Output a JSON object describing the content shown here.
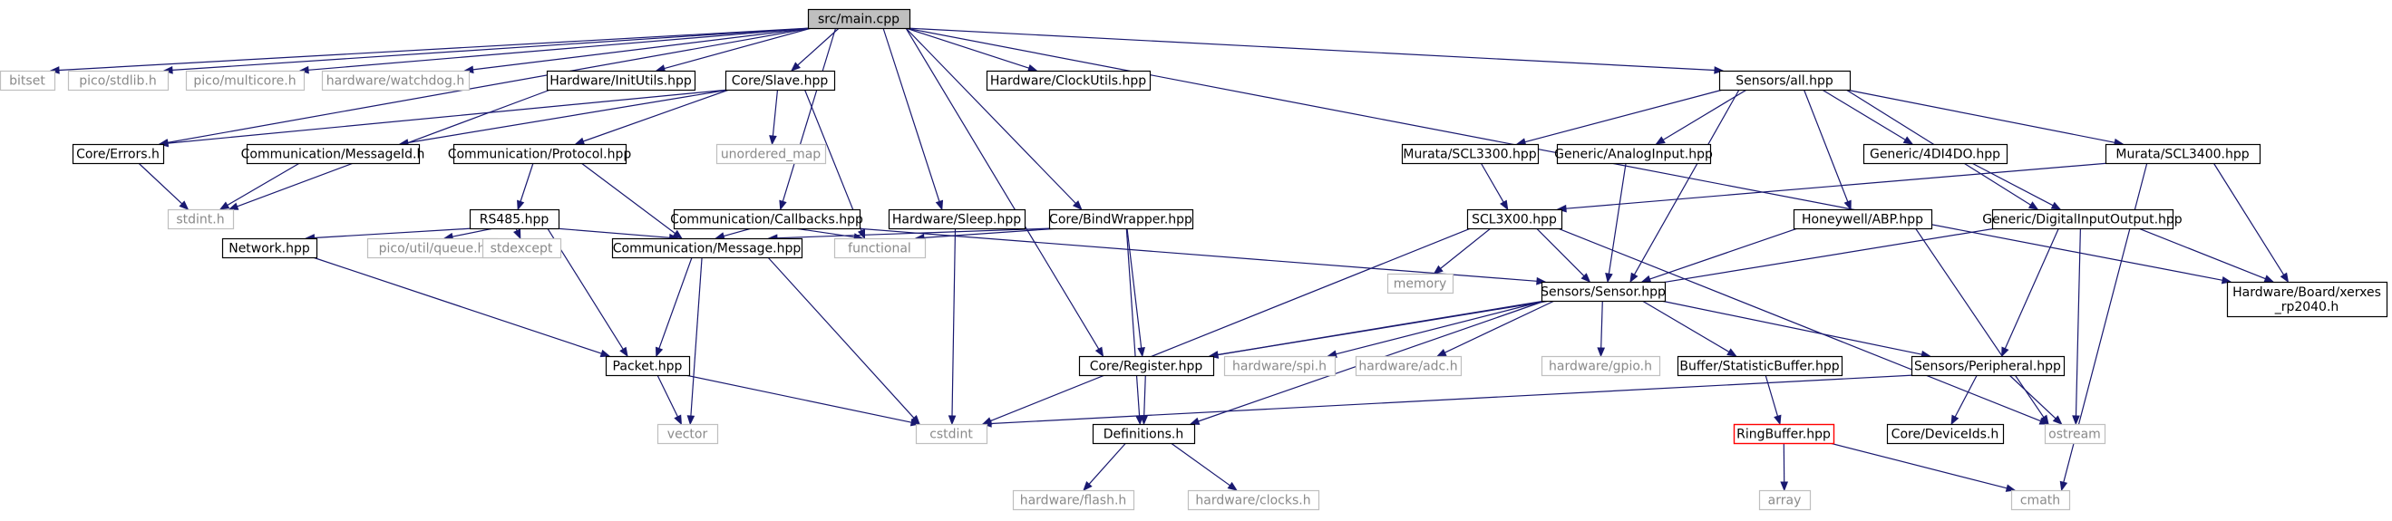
{
  "diagram": {
    "colors": {
      "edge": "#191970",
      "root_fill": "#bfbfbf",
      "doc_border": "#000000",
      "missing_border": "#bfbfbf",
      "missing_text": "#8a8a8a",
      "highlight_border": "#ff0000"
    },
    "nodes": [
      {
        "id": "main",
        "label": "src/main.cpp",
        "kind": "root"
      },
      {
        "id": "bitset",
        "label": "bitset",
        "kind": "missing"
      },
      {
        "id": "stdlib",
        "label": "pico/stdlib.h",
        "kind": "missing"
      },
      {
        "id": "multicore",
        "label": "pico/multicore.h",
        "kind": "missing"
      },
      {
        "id": "watchdog",
        "label": "hardware/watchdog.h",
        "kind": "missing"
      },
      {
        "id": "initutils",
        "label": "Hardware/InitUtils.hpp",
        "kind": "doc"
      },
      {
        "id": "slave",
        "label": "Core/Slave.hpp",
        "kind": "doc"
      },
      {
        "id": "clockutils",
        "label": "Hardware/ClockUtils.hpp",
        "kind": "doc"
      },
      {
        "id": "sensorsall",
        "label": "Sensors/all.hpp",
        "kind": "doc"
      },
      {
        "id": "errors",
        "label": "Core/Errors.h",
        "kind": "doc"
      },
      {
        "id": "messageid",
        "label": "Communication/MessageId.h",
        "kind": "doc"
      },
      {
        "id": "protocol",
        "label": "Communication/Protocol.hpp",
        "kind": "doc"
      },
      {
        "id": "unordered",
        "label": "unordered_map",
        "kind": "missing"
      },
      {
        "id": "stdint",
        "label": "stdint.h",
        "kind": "missing"
      },
      {
        "id": "rs485",
        "label": "RS485.hpp",
        "kind": "doc"
      },
      {
        "id": "callbacks",
        "label": "Communication/Callbacks.hpp",
        "kind": "doc"
      },
      {
        "id": "sleep",
        "label": "Hardware/Sleep.hpp",
        "kind": "doc"
      },
      {
        "id": "bindwrapper",
        "label": "Core/BindWrapper.hpp",
        "kind": "doc"
      },
      {
        "id": "scl3300",
        "label": "Murata/SCL3300.hpp",
        "kind": "doc"
      },
      {
        "id": "analoginput",
        "label": "Generic/AnalogInput.hpp",
        "kind": "doc"
      },
      {
        "id": "g4di4do",
        "label": "Generic/4DI4DO.hpp",
        "kind": "doc"
      },
      {
        "id": "scl3400",
        "label": "Murata/SCL3400.hpp",
        "kind": "doc"
      },
      {
        "id": "scl3x00",
        "label": "SCL3X00.hpp",
        "kind": "doc"
      },
      {
        "id": "abp",
        "label": "Honeywell/ABP.hpp",
        "kind": "doc"
      },
      {
        "id": "digitalio",
        "label": "Generic/DigitalInputOutput.hpp",
        "kind": "doc"
      },
      {
        "id": "network",
        "label": "Network.hpp",
        "kind": "doc"
      },
      {
        "id": "queue",
        "label": "pico/util/queue.h",
        "kind": "missing"
      },
      {
        "id": "stdexcept",
        "label": "stdexcept",
        "kind": "missing"
      },
      {
        "id": "message",
        "label": "Communication/Message.hpp",
        "kind": "doc"
      },
      {
        "id": "functional",
        "label": "functional",
        "kind": "missing"
      },
      {
        "id": "memory",
        "label": "memory",
        "kind": "missing"
      },
      {
        "id": "sensor",
        "label": "Sensors/Sensor.hpp",
        "kind": "doc"
      },
      {
        "id": "xerxes",
        "label": "Hardware/Board/xerxes\n_rp2040.h",
        "kind": "doc"
      },
      {
        "id": "packet",
        "label": "Packet.hpp",
        "kind": "doc"
      },
      {
        "id": "register",
        "label": "Core/Register.hpp",
        "kind": "doc"
      },
      {
        "id": "spi",
        "label": "hardware/spi.h",
        "kind": "missing"
      },
      {
        "id": "adc",
        "label": "hardware/adc.h",
        "kind": "missing"
      },
      {
        "id": "gpio",
        "label": "hardware/gpio.h",
        "kind": "missing"
      },
      {
        "id": "statbuf",
        "label": "Buffer/StatisticBuffer.hpp",
        "kind": "doc"
      },
      {
        "id": "peripheral",
        "label": "Sensors/Peripheral.hpp",
        "kind": "doc"
      },
      {
        "id": "vector",
        "label": "vector",
        "kind": "missing"
      },
      {
        "id": "cstdint",
        "label": "cstdint",
        "kind": "missing"
      },
      {
        "id": "definitions",
        "label": "Definitions.h",
        "kind": "doc"
      },
      {
        "id": "ringbuffer",
        "label": "RingBuffer.hpp",
        "kind": "highlight"
      },
      {
        "id": "deviceids",
        "label": "Core/DeviceIds.h",
        "kind": "doc"
      },
      {
        "id": "ostream",
        "label": "ostream",
        "kind": "missing"
      },
      {
        "id": "flash",
        "label": "hardware/flash.h",
        "kind": "missing"
      },
      {
        "id": "clocks",
        "label": "hardware/clocks.h",
        "kind": "missing"
      },
      {
        "id": "array",
        "label": "array",
        "kind": "missing"
      },
      {
        "id": "cmath",
        "label": "cmath",
        "kind": "missing"
      }
    ],
    "edges": [
      [
        "main",
        "bitset"
      ],
      [
        "main",
        "stdlib"
      ],
      [
        "main",
        "multicore"
      ],
      [
        "main",
        "watchdog"
      ],
      [
        "main",
        "initutils"
      ],
      [
        "main",
        "slave"
      ],
      [
        "main",
        "clockutils"
      ],
      [
        "main",
        "sensorsall"
      ],
      [
        "main",
        "errors"
      ],
      [
        "main",
        "callbacks"
      ],
      [
        "main",
        "sleep"
      ],
      [
        "main",
        "bindwrapper"
      ],
      [
        "main",
        "register"
      ],
      [
        "main",
        "xerxes"
      ],
      [
        "initutils",
        "stdint"
      ],
      [
        "slave",
        "errors"
      ],
      [
        "slave",
        "messageid"
      ],
      [
        "slave",
        "protocol"
      ],
      [
        "slave",
        "unordered"
      ],
      [
        "slave",
        "functional"
      ],
      [
        "errors",
        "stdint"
      ],
      [
        "messageid",
        "stdint"
      ],
      [
        "protocol",
        "rs485"
      ],
      [
        "protocol",
        "message"
      ],
      [
        "rs485",
        "network"
      ],
      [
        "rs485",
        "queue"
      ],
      [
        "rs485",
        "stdexcept"
      ],
      [
        "rs485",
        "message"
      ],
      [
        "rs485",
        "packet"
      ],
      [
        "network",
        "packet"
      ],
      [
        "message",
        "packet"
      ],
      [
        "message",
        "vector"
      ],
      [
        "message",
        "cstdint"
      ],
      [
        "packet",
        "vector"
      ],
      [
        "packet",
        "cstdint"
      ],
      [
        "callbacks",
        "message"
      ],
      [
        "callbacks",
        "functional"
      ],
      [
        "callbacks",
        "sensor"
      ],
      [
        "sleep",
        "cstdint"
      ],
      [
        "bindwrapper",
        "message"
      ],
      [
        "bindwrapper",
        "functional"
      ],
      [
        "bindwrapper",
        "register"
      ],
      [
        "bindwrapper",
        "definitions"
      ],
      [
        "sensorsall",
        "scl3300"
      ],
      [
        "sensorsall",
        "analoginput"
      ],
      [
        "sensorsall",
        "g4di4do"
      ],
      [
        "sensorsall",
        "scl3400"
      ],
      [
        "sensorsall",
        "abp"
      ],
      [
        "sensorsall",
        "digitalio"
      ],
      [
        "sensorsall",
        "sensor"
      ],
      [
        "scl3300",
        "scl3x00"
      ],
      [
        "scl3400",
        "scl3x00"
      ],
      [
        "scl3400",
        "xerxes"
      ],
      [
        "scl3400",
        "cmath"
      ],
      [
        "scl3x00",
        "memory"
      ],
      [
        "scl3x00",
        "sensor"
      ],
      [
        "scl3x00",
        "cstdint"
      ],
      [
        "scl3x00",
        "ostream"
      ],
      [
        "analoginput",
        "sensor"
      ],
      [
        "abp",
        "sensor"
      ],
      [
        "abp",
        "ostream"
      ],
      [
        "g4di4do",
        "digitalio"
      ],
      [
        "digitalio",
        "xerxes"
      ],
      [
        "digitalio",
        "peripheral"
      ],
      [
        "digitalio",
        "ostream"
      ],
      [
        "digitalio",
        "register"
      ],
      [
        "sensor",
        "register"
      ],
      [
        "sensor",
        "spi"
      ],
      [
        "sensor",
        "adc"
      ],
      [
        "sensor",
        "gpio"
      ],
      [
        "sensor",
        "statbuf"
      ],
      [
        "sensor",
        "peripheral"
      ],
      [
        "sensor",
        "definitions"
      ],
      [
        "register",
        "definitions"
      ],
      [
        "statbuf",
        "ringbuffer"
      ],
      [
        "peripheral",
        "deviceids"
      ],
      [
        "peripheral",
        "ostream"
      ],
      [
        "peripheral",
        "cstdint"
      ],
      [
        "definitions",
        "flash"
      ],
      [
        "definitions",
        "clocks"
      ],
      [
        "ringbuffer",
        "array"
      ],
      [
        "ringbuffer",
        "cmath"
      ]
    ]
  }
}
